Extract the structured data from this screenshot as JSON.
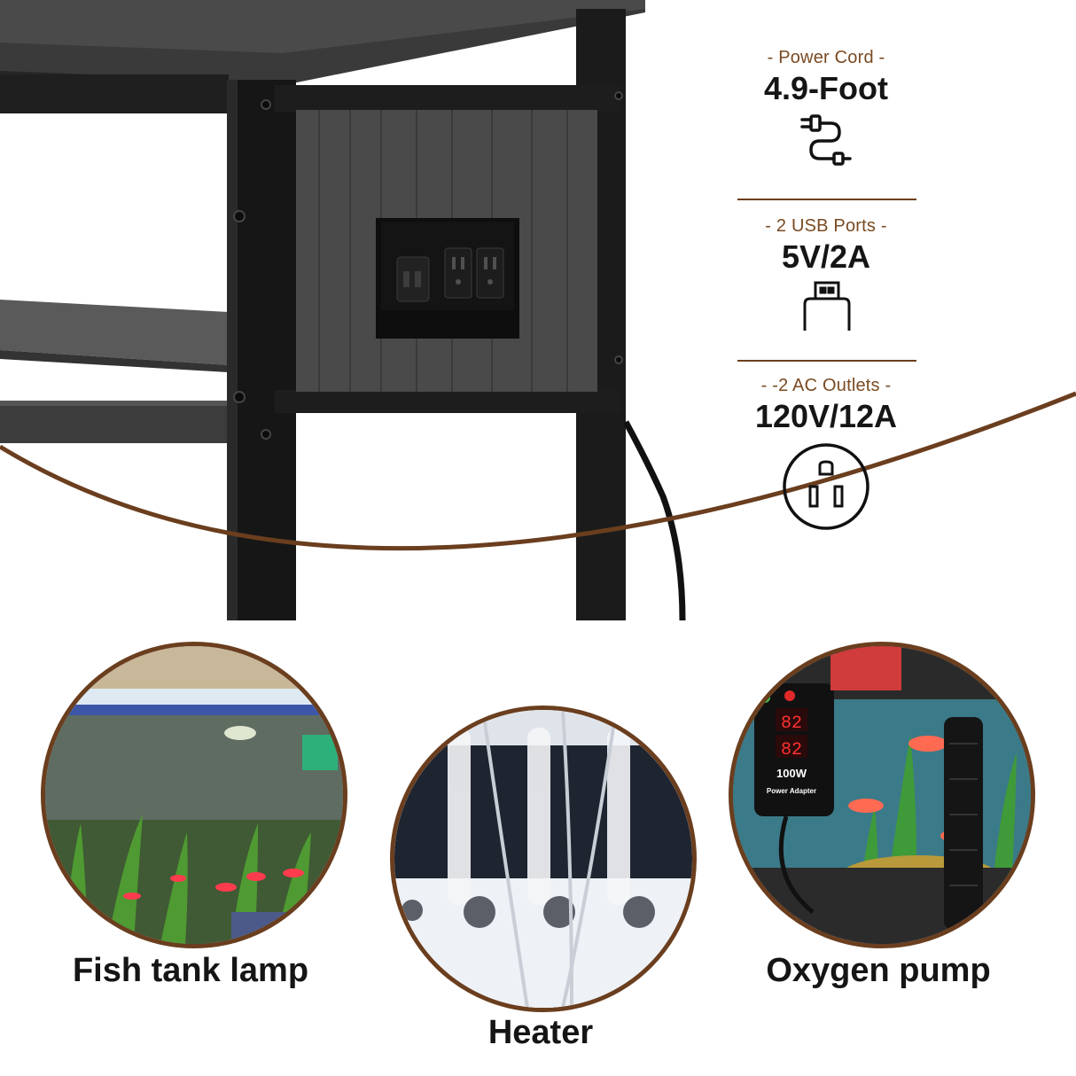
{
  "specs": [
    {
      "caption": "- Power Cord -",
      "value": "4.9-Foot",
      "icon": "power-cord-icon"
    },
    {
      "caption": "- 2 USB Ports -",
      "value": "5V/2A",
      "icon": "usb-icon"
    },
    {
      "caption": "- -2 AC Outlets -",
      "value": "120V/12A",
      "icon": "ac-outlet-icon"
    }
  ],
  "uses": [
    {
      "label": "Fish tank lamp"
    },
    {
      "label": "Heater"
    },
    {
      "label": "Oxygen pump"
    }
  ],
  "heater_display": {
    "reading_top": "82",
    "reading_bottom": "82",
    "wattage": "100W",
    "adapter": "Power Adapter"
  },
  "colors": {
    "accent_brown": "#6a3e1e",
    "caption_brown": "#7a4a22",
    "table_black": "#1c1c1c"
  }
}
